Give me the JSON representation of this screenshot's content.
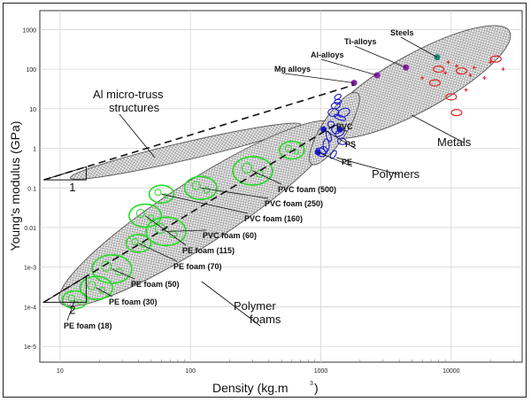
{
  "chart_data": {
    "type": "scatter",
    "title": "",
    "xlabel": "Density (kg.m",
    "xlabel_sup": "3",
    "ylabel": "Young's modulus (GPa)",
    "x_scale": "log",
    "y_scale": "log",
    "xlim": [
      7,
      35000
    ],
    "ylim": [
      4e-06,
      3000
    ],
    "x_ticks": [
      {
        "value": 10,
        "label": "10"
      },
      {
        "value": 100,
        "label": "100"
      },
      {
        "value": 1000,
        "label": "1000"
      },
      {
        "value": 10000,
        "label": "10000"
      }
    ],
    "y_ticks": [
      {
        "value": 1000,
        "label": "1000"
      },
      {
        "value": 100,
        "label": "100"
      },
      {
        "value": 10,
        "label": "10"
      },
      {
        "value": 1,
        "label": "1"
      },
      {
        "value": 0.1,
        "label": "0.1"
      },
      {
        "value": 0.01,
        "label": "0.01"
      },
      {
        "value": 0.001,
        "label": "1e-3"
      },
      {
        "value": 0.0001,
        "label": "1e-4"
      },
      {
        "value": 1e-05,
        "label": "1e-5"
      }
    ],
    "grid": true,
    "colors": {
      "foam": "#22dd22",
      "polymer": "#1a1acc",
      "metal": "#e81818",
      "envelope": "#555555",
      "mg": "#8822aa",
      "steel": "#1a8a7a"
    },
    "envelopes": [
      {
        "name": "Metals",
        "center": [
          5500,
          90
        ],
        "x_span": [
          1100,
          28000
        ],
        "y_at_ends": [
          2.5,
          900
        ]
      },
      {
        "name": "Al micro-truss structures",
        "center": [
          140,
          0.6
        ],
        "x_span": [
          12,
          700
        ],
        "y_at_ends": [
          0.18,
          4
        ]
      },
      {
        "name": "Polymer foams",
        "center": [
          120,
          0.01
        ],
        "x_span": [
          10,
          1300
        ],
        "y_at_ends": [
          0.00013,
          4
        ]
      },
      {
        "name": "Polymers",
        "center": [
          1300,
          3.5
        ],
        "x_span": [
          850,
          1900
        ],
        "y_at_ends": [
          0.4,
          25
        ]
      }
    ],
    "foam_bubbles": [
      {
        "x": 13,
        "y": 0.00015,
        "label": "PE foam (18)"
      },
      {
        "x": 19,
        "y": 0.0003,
        "label": "PE foam (30)"
      },
      {
        "x": 25,
        "y": 0.0009,
        "label": "PE foam (50)"
      },
      {
        "x": 40,
        "y": 0.004,
        "label": "PE foam (70)"
      },
      {
        "x": 45,
        "y": 0.02,
        "label": "PE foam (115)"
      },
      {
        "x": 65,
        "y": 0.008,
        "label": "PVC foam (60)"
      },
      {
        "x": 60,
        "y": 0.07,
        "label": "PVC foam (160)"
      },
      {
        "x": 120,
        "y": 0.1,
        "label": "PVC foam (250)"
      },
      {
        "x": 300,
        "y": 0.27,
        "label": "PVC foam (500)"
      },
      {
        "x": 600,
        "y": 0.9,
        "label": ""
      }
    ],
    "series": [
      {
        "name": "Al-alloys",
        "x": [
          2700
        ],
        "y": [
          70
        ]
      },
      {
        "name": "Mg alloys",
        "x": [
          1800
        ],
        "y": [
          45
        ]
      },
      {
        "name": "Ti-alloys",
        "x": [
          4500
        ],
        "y": [
          110
        ]
      },
      {
        "name": "Steels",
        "x": [
          7800
        ],
        "y": [
          200
        ]
      },
      {
        "name": "PVC",
        "x": [
          1400
        ],
        "y": [
          3
        ]
      },
      {
        "name": "PS",
        "x": [
          1050
        ],
        "y": [
          3
        ]
      },
      {
        "name": "PE",
        "x": [
          950
        ],
        "y": [
          0.8
        ]
      }
    ],
    "slope_guides": [
      {
        "label": "1",
        "slope": 1,
        "from": [
          7.5,
          0.16
        ],
        "to": [
          1800,
          40
        ]
      },
      {
        "label": "2",
        "slope": 2,
        "from": [
          7.5,
          0.00013
        ],
        "to": [
          1300,
          4
        ]
      }
    ],
    "annotations": [
      {
        "text": "Al micro-truss",
        "line2": "structures"
      },
      {
        "text": "Polymer",
        "line2": "foams"
      },
      {
        "text": "Polymers"
      },
      {
        "text": "Metals"
      }
    ]
  }
}
